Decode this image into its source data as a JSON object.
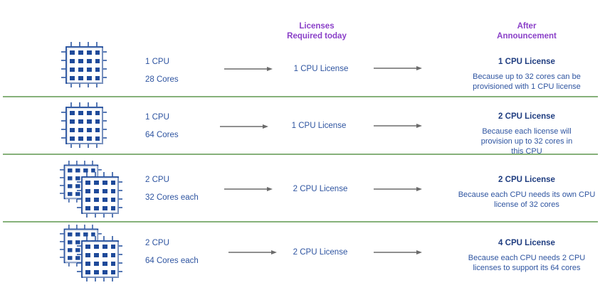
{
  "headers": {
    "licenses_today": "Licenses\nRequired today",
    "licenses_today_lines": [
      "Licenses",
      "Required today"
    ],
    "after_lines": [
      "After",
      "Announcement"
    ]
  },
  "colors": {
    "header_purple": "#8a3fc8",
    "text_blue": "#2e54a0",
    "title_navy": "#1f3d80",
    "divider_green": "#86b17a",
    "arrow_gray": "#6b6b6b",
    "chip_blue": "#1e4a9a"
  },
  "rows": [
    {
      "icon": "single-cpu-chip-icon",
      "cpu": "1 CPU",
      "cores": "28 Cores",
      "today": "1 CPU License",
      "after_title": "1 CPU License",
      "after_desc": "Because up to 32 cores can be provisioned with 1 CPU license"
    },
    {
      "icon": "single-cpu-chip-icon",
      "cpu": "1 CPU",
      "cores": "64 Cores",
      "today": "1 CPU License",
      "after_title": "2 CPU License",
      "after_desc": "Because each license will provision up to 32 cores in this CPU"
    },
    {
      "icon": "dual-cpu-chip-icon",
      "cpu": "2 CPU",
      "cores": "32 Cores each",
      "today": "2 CPU License",
      "after_title": "2 CPU License",
      "after_desc": "Because each CPU needs its own CPU license of 32 cores"
    },
    {
      "icon": "dual-cpu-chip-icon",
      "cpu": "2 CPU",
      "cores": "64 Cores each",
      "today": "2 CPU License",
      "after_title": "4 CPU License",
      "after_desc": "Because each CPU needs 2 CPU licenses to support its 64 cores"
    }
  ]
}
